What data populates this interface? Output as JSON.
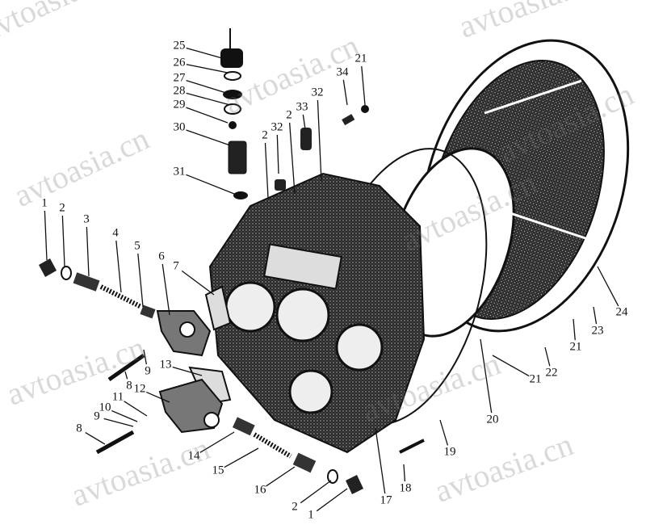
{
  "diagram": {
    "type": "exploded-parts-view",
    "callouts": [
      "25",
      "26",
      "27",
      "28",
      "29",
      "30",
      "31",
      "2",
      "32",
      "2",
      "33",
      "32",
      "34",
      "21",
      "1",
      "2",
      "3",
      "4",
      "5",
      "6",
      "7",
      "9",
      "8",
      "13",
      "11",
      "12",
      "10",
      "9",
      "8",
      "14",
      "15",
      "16",
      "2",
      "1",
      "17",
      "18",
      "19",
      "20",
      "21",
      "22",
      "21",
      "23",
      "24"
    ]
  },
  "watermark": {
    "text": "avtoasia.cn"
  },
  "colors": {
    "ink": "#111111",
    "watermark": "#8a8a8a"
  }
}
